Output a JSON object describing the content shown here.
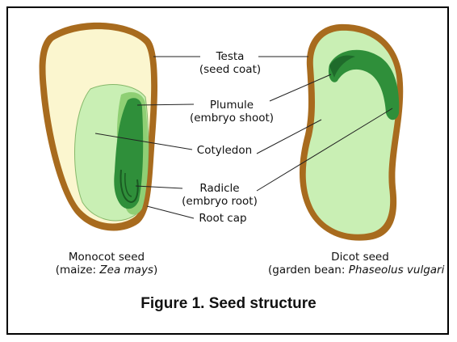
{
  "labels": {
    "testa": "Testa",
    "testa_sub": "(seed coat)",
    "plumule": "Plumule",
    "plumule_sub": "(embryo shoot)",
    "cotyledon": "Cotyledon",
    "radicle": "Radicle",
    "radicle_sub": "(embryo root)",
    "root_cap": "Root cap"
  },
  "monocot": {
    "line1": "Monocot seed",
    "line2_prefix": "(maize: ",
    "line2_species": "Zea mays",
    "line2_suffix": ")"
  },
  "dicot": {
    "line1": "Dicot seed",
    "line2_prefix": "(garden bean: ",
    "line2_species": "Phaseolus vulgari"
  },
  "caption": "Figure 1. Seed structure",
  "colors": {
    "seed_coat": "#a86b1e",
    "endosperm": "#fbf6cf",
    "cotyledon": "#c9efb4",
    "embryo": "#2f8f3a",
    "embryo_dark": "#1f6b2b"
  }
}
